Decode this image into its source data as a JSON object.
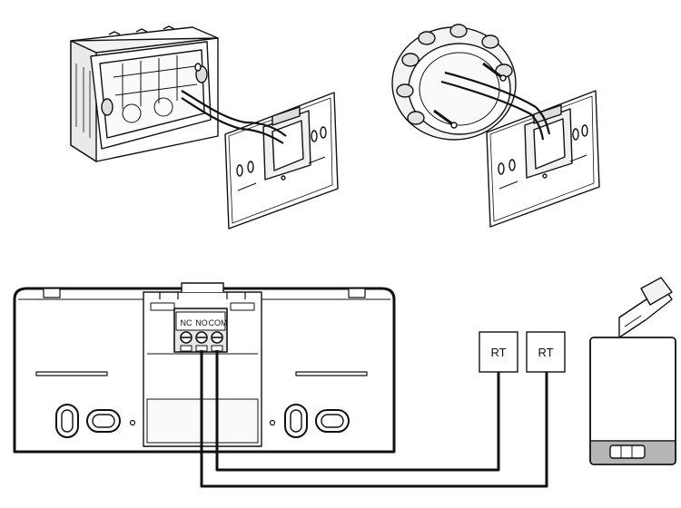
{
  "terminals": {
    "nc": "NC",
    "no": "NO",
    "com": "COM"
  },
  "room_thermostats": [
    {
      "label": "RT"
    },
    {
      "label": "RT"
    }
  ],
  "colors": {
    "line": "#111111",
    "panel_fill": "#ffffff",
    "terminal_fill": "#e8e8e8",
    "boiler_base": "#b5b5b5"
  },
  "icons": [
    "flush-wall-box-illustration",
    "round-wall-box-illustration",
    "mounting-plate-icon",
    "boiler-icon",
    "flue-pipe-icon"
  ]
}
